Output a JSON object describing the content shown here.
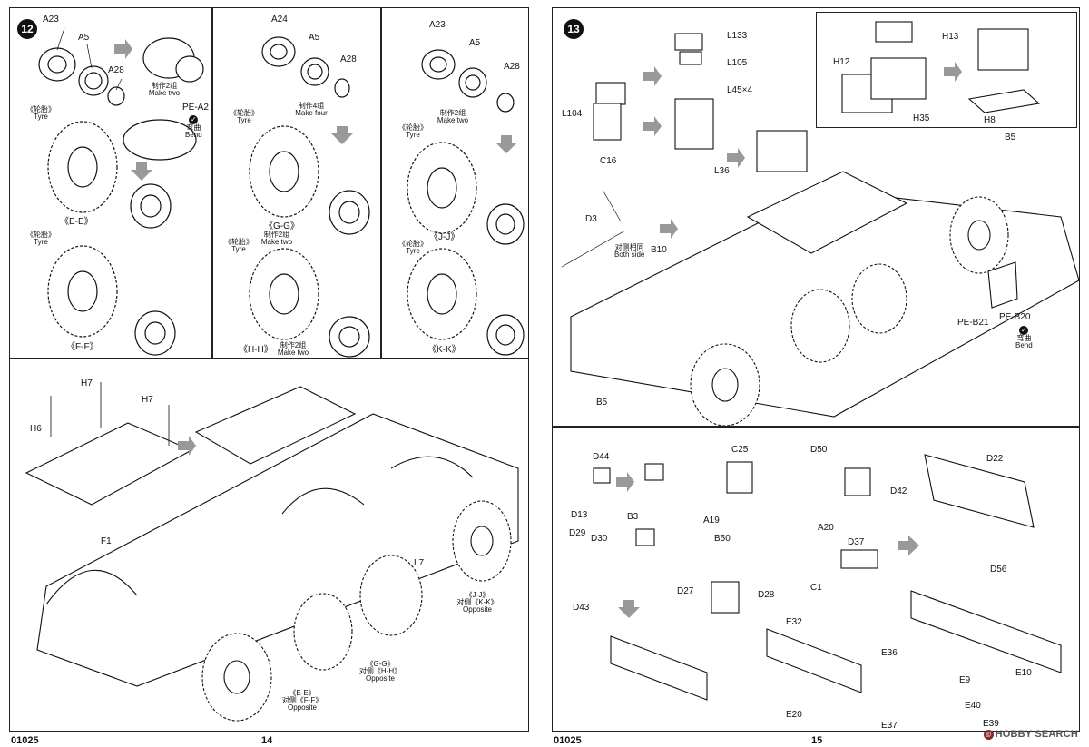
{
  "pages": [
    {
      "number": "14",
      "code": "01025"
    },
    {
      "number": "15",
      "code": "01025"
    }
  ],
  "steps": {
    "s12": "12",
    "s13": "13"
  },
  "step12": {
    "wheel_ee": {
      "parts": [
        "A23",
        "A5",
        "A28"
      ],
      "cn_make": "制作2组",
      "make": "Make two",
      "tyre_cn": "《轮胎》",
      "tyre": "Tyre",
      "code": "《E-E》",
      "ff_tyre_cn": "《轮胎》",
      "ff_tyre": "Tyre",
      "ff_code": "《F-F》",
      "pe": "PE-A2",
      "bend_cn": "弯曲",
      "bend": "Bend"
    },
    "wheel_gg": {
      "parts": [
        "A24",
        "A5",
        "A28"
      ],
      "cn_make": "制作4组",
      "make": "Make four",
      "tyre_cn": "《轮胎》",
      "tyre": "Tyre",
      "code": "《G-G》",
      "cn_make2": "制作2组",
      "make2": "Make two",
      "hh_tyre_cn": "《轮胎》",
      "hh_tyre": "Tyre",
      "hh_code": "《H-H》",
      "cn_make3": "制作2组",
      "make3": "Make two"
    },
    "wheel_jj": {
      "parts": [
        "A23",
        "A5",
        "A28"
      ],
      "cn_make": "制作2组",
      "make": "Make two",
      "tyre_cn": "《轮胎》",
      "tyre": "Tyre",
      "code": "《J-J》",
      "kk_tyre_cn": "《轮胎》",
      "kk_tyre": "Tyre",
      "kk_code": "《K-K》"
    },
    "assembly": {
      "h6": "H6",
      "h7a": "H7",
      "h7b": "H7",
      "f1": "F1",
      "l7": "L7",
      "jj": "《J-J》",
      "jj_cn": "对侧《K-K》",
      "jj_opp": "Opposite",
      "gg": "《G-G》",
      "gg_cn": "对侧《H-H》",
      "gg_opp": "Opposite",
      "ee": "《E-E》",
      "ee_cn": "对侧《F-F》",
      "ee_opp": "Opposite"
    }
  },
  "step13": {
    "top": {
      "l133": "L133",
      "l105": "L105",
      "l45": "L45×4",
      "l104": "L104",
      "l36": "L36",
      "c16": "C16",
      "d3": "D3",
      "b10": "B10",
      "both_cn": "对侧相同",
      "both": "Both side",
      "b5a": "B5",
      "b5b": "B5",
      "pe_b21": "PE-B21",
      "pe_b20": "PE-B20",
      "bend_cn": "弯曲",
      "bend": "Bend"
    },
    "inset": {
      "h13": "H13",
      "h12": "H12",
      "h35": "H35",
      "h8": "H8"
    },
    "sub": {
      "d44": "D44",
      "d13": "D13",
      "b3": "B3",
      "c25": "C25",
      "a19": "A19",
      "d50": "D50",
      "d42": "D42",
      "a20": "A20",
      "d22": "D22",
      "d56": "D56",
      "d29": "D29",
      "d30": "D30",
      "d43": "D43",
      "b50": "B50",
      "d27": "D27",
      "d28": "D28",
      "d37": "D37",
      "c1": "C1",
      "e32": "E32",
      "e20": "E20",
      "e36": "E36",
      "e37": "E37",
      "e9": "E9",
      "e10": "E10",
      "e40": "E40",
      "e39": "E39"
    }
  },
  "watermark": "HOBBY SEARCH"
}
